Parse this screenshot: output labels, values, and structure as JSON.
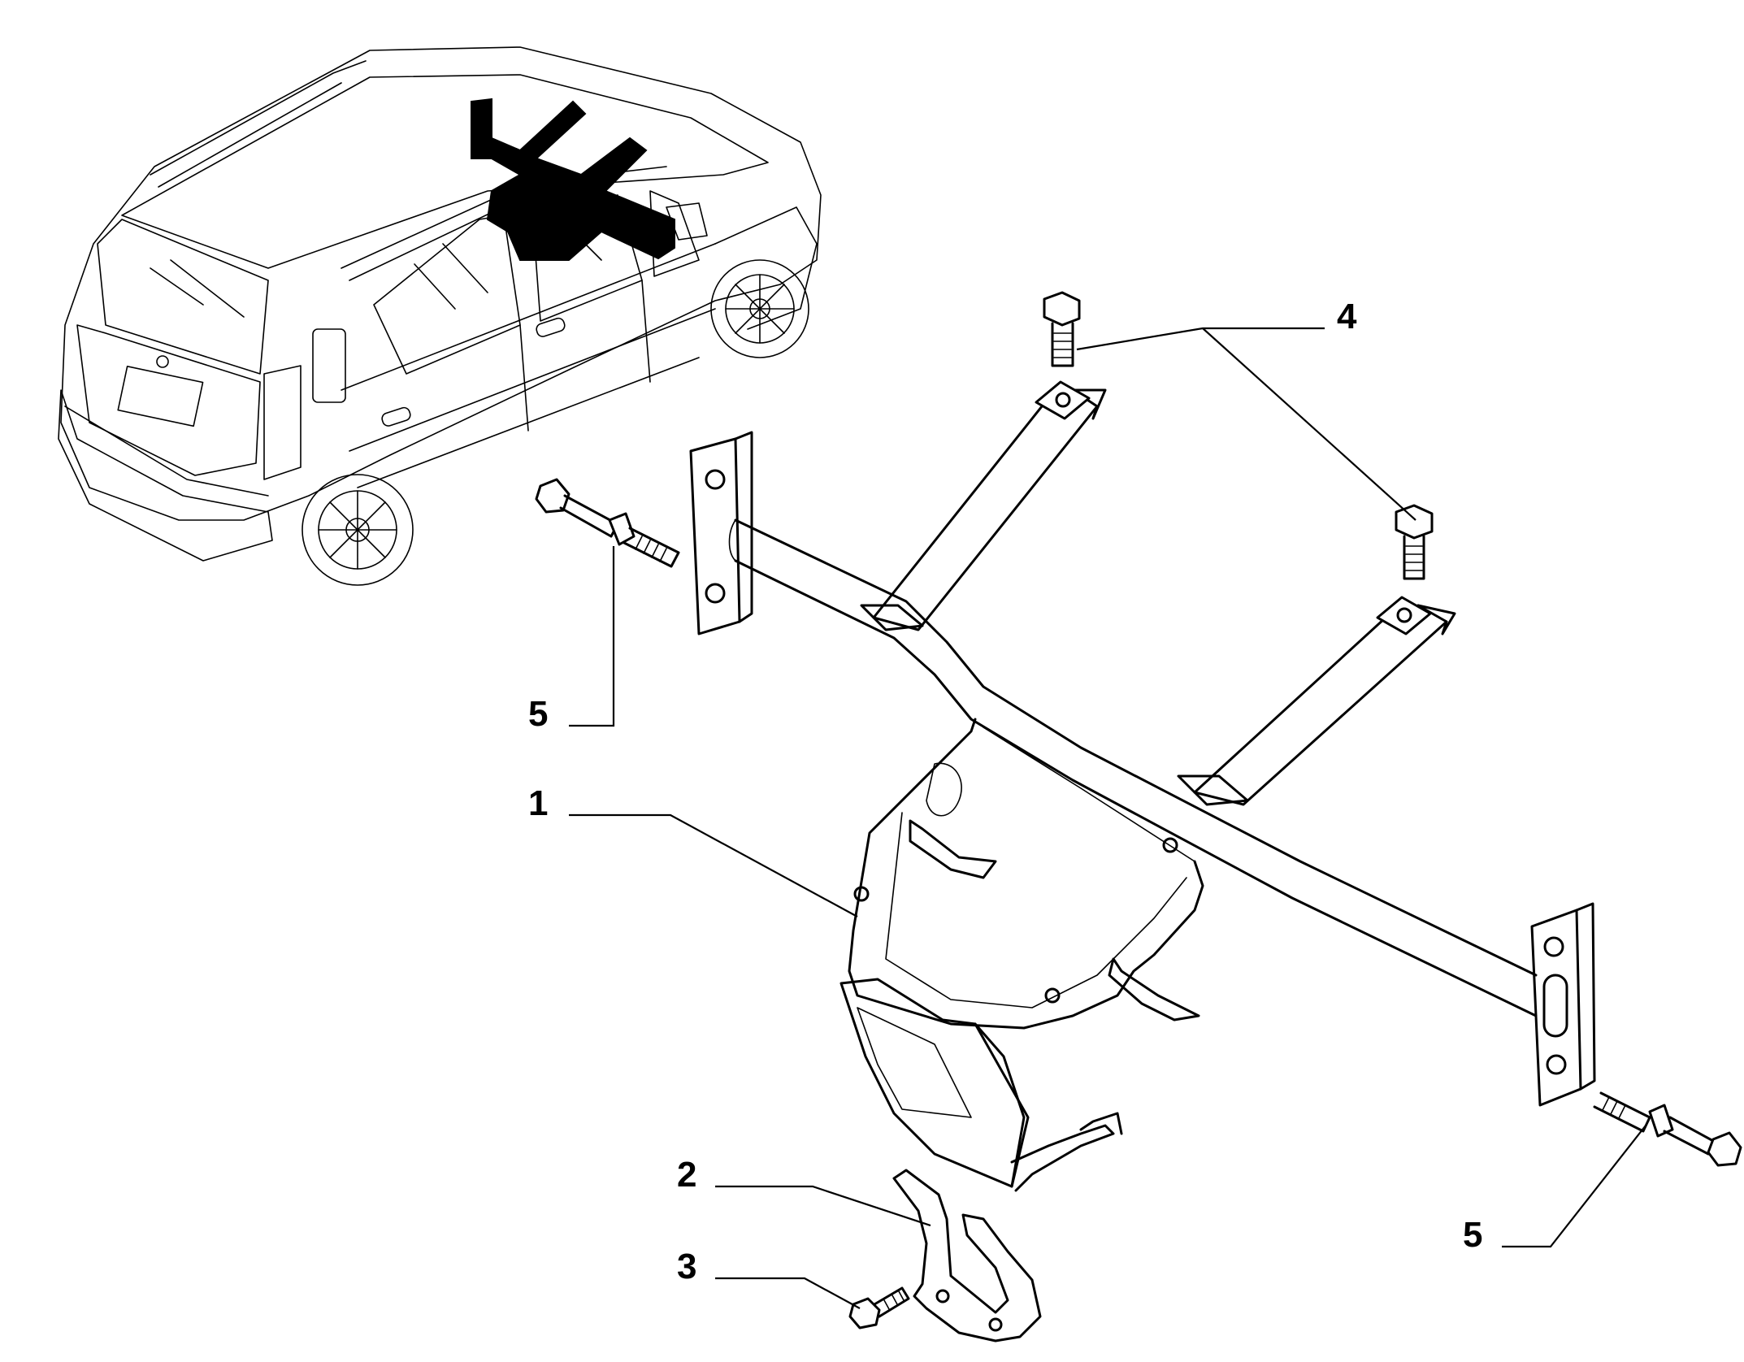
{
  "callouts": {
    "c1": "1",
    "c2": "2",
    "c3": "3",
    "c4": "4",
    "c5a": "5",
    "c5b": "5"
  },
  "icons": {
    "vehicle": "car-rear-three-quarter-icon",
    "tow_bar": "tow-bar-assembly-icon",
    "bracket": "bracket-icon",
    "bolts": "bolt-icon"
  },
  "colors": {
    "ink": "#000000",
    "background": "#ffffff"
  }
}
